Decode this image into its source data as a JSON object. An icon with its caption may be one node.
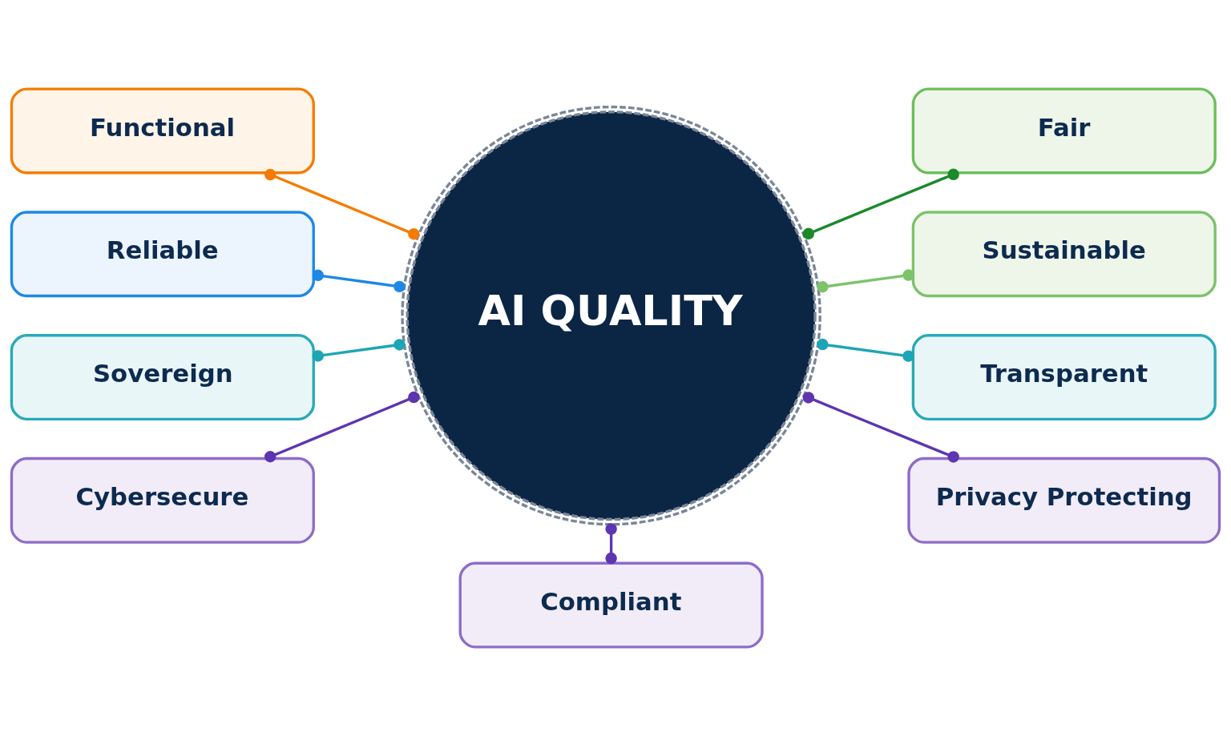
{
  "diagram": {
    "nodes": [
      {
        "text": [
          "AI QUALITY"
        ]
      },
      {
        "text": [
          "Functional"
        ]
      },
      {
        "text": [
          "Fair"
        ]
      },
      {
        "text": [
          "Reliable"
        ]
      },
      {
        "text": [
          "Sustainable"
        ]
      },
      {
        "text": [
          "Sovereign"
        ]
      },
      {
        "text": [
          "Transparent"
        ]
      },
      {
        "text": [
          "Cybersecure"
        ]
      },
      {
        "text": [
          "Privacy Protecting"
        ]
      },
      {
        "text": [
          "Compliant"
        ]
      }
    ],
    "edges": [
      {
        "from": 1,
        "to": 0,
        "arrow": "other",
        "color": "#f57c00"
      },
      {
        "from": 0,
        "to": 2,
        "arrow": "other",
        "color": "#1b8a2a"
      },
      {
        "from": 3,
        "to": 0,
        "arrow": "other",
        "color": "#1e88e5"
      },
      {
        "from": 0,
        "to": 4,
        "arrow": "other",
        "color": "#7cc36a"
      },
      {
        "from": 5,
        "to": 0,
        "arrow": "other",
        "color": "#1ea5b5"
      },
      {
        "from": 0,
        "to": 6,
        "arrow": "other",
        "color": "#1ea5b5"
      },
      {
        "from": 7,
        "to": 0,
        "arrow": "other"
      },
      {
        "from": 0,
        "to": 8,
        "arrow": "other"
      },
      {
        "from": 0,
        "to": 9,
        "arrow": "other"
      }
    ]
  }
}
